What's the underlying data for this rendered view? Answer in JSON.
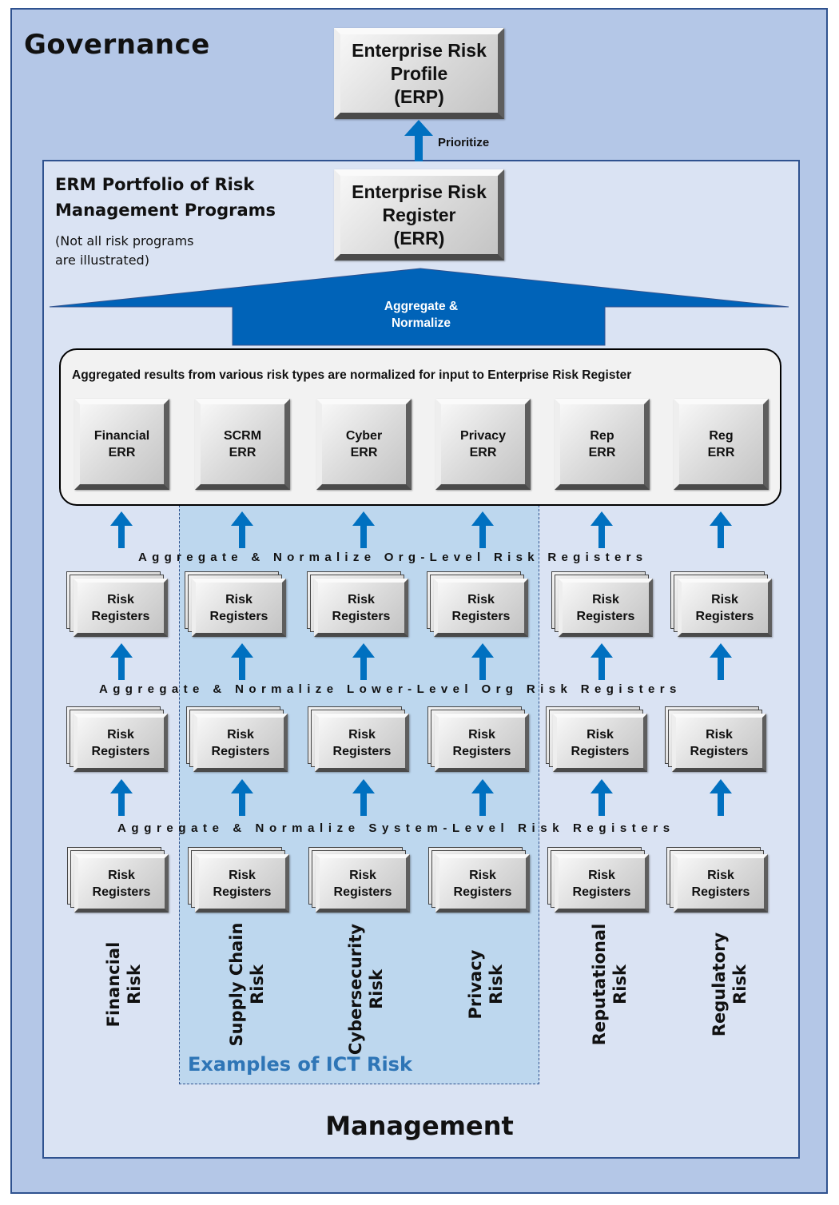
{
  "governance": {
    "title": "Governance"
  },
  "erp": {
    "lines": [
      "Enterprise Risk",
      "Profile",
      "(ERP)"
    ]
  },
  "prioritize": "Prioritize",
  "erm": {
    "title_lines": [
      "ERM Portfolio of Risk",
      "Management Programs"
    ],
    "note_lines": [
      "(Not all risk programs",
      "are illustrated)"
    ]
  },
  "err": {
    "lines": [
      "Enterprise Risk",
      "Register",
      "(ERR)"
    ]
  },
  "aggregate_arrow": {
    "lines": [
      "Aggregate &",
      "Normalize"
    ]
  },
  "panel": {
    "caption": "Aggregated results from various risk types are normalized for input to Enterprise Risk Register",
    "boxes": [
      {
        "l1": "Financial",
        "l2": "ERR"
      },
      {
        "l1": "SCRM",
        "l2": "ERR"
      },
      {
        "l1": "Cyber",
        "l2": "ERR"
      },
      {
        "l1": "Privacy",
        "l2": "ERR"
      },
      {
        "l1": "Rep",
        "l2": "ERR"
      },
      {
        "l1": "Reg",
        "l2": "ERR"
      }
    ]
  },
  "tiers": {
    "org": "Aggregate & Normalize Org-Level Risk Registers",
    "lower": "Aggregate & Normalize Lower-Level Org Risk Registers",
    "system": "Aggregate & Normalize System-Level Risk Registers"
  },
  "register": {
    "l1": "Risk",
    "l2": "Registers"
  },
  "risk_types": [
    {
      "l1": "Financial",
      "l2": "Risk"
    },
    {
      "l1": "Supply Chain",
      "l2": "Risk"
    },
    {
      "l1": "Cybersecurity",
      "l2": "Risk"
    },
    {
      "l1": "Privacy",
      "l2": "Risk"
    },
    {
      "l1": "Reputational",
      "l2": "Risk"
    },
    {
      "l1": "Regulatory",
      "l2": "Risk"
    }
  ],
  "ict": {
    "label": "Examples of ICT Risk"
  },
  "management": {
    "title": "Management"
  },
  "colors": {
    "arrow": "#0070c0",
    "governance_bg": "#b4c7e7",
    "erm_bg": "#dae3f3",
    "ict_bg": "#bdd7ee",
    "ict_text": "#2e75b6"
  }
}
